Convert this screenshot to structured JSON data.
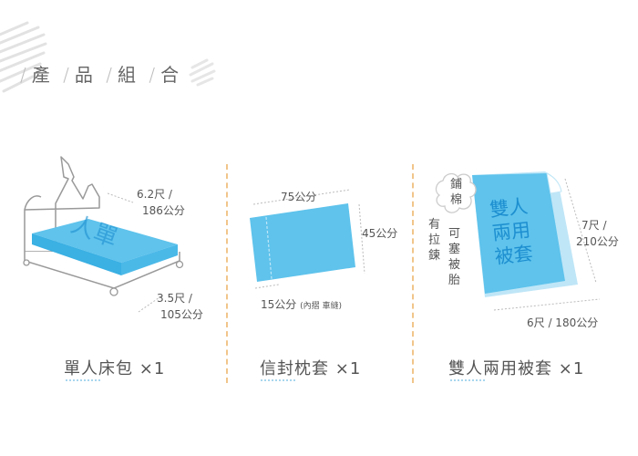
{
  "header": {
    "slashes": [
      "/",
      "/",
      "/",
      "/"
    ],
    "chars": [
      "產",
      "品",
      "組",
      "合"
    ]
  },
  "products": [
    {
      "caption_main": "單人",
      "caption_em": "床包",
      "caption_x": "×1",
      "bed_label": "單人",
      "dims": {
        "a": {
          "line1": "6.2尺 /",
          "line2": "186公分"
        },
        "b": {
          "line1": "3.5尺 /",
          "line2": "105公分"
        }
      }
    },
    {
      "caption_main": "信封",
      "caption_em": "枕套",
      "caption_x": "×1",
      "dims": {
        "width": "75公分",
        "height": "45公分",
        "flap": "15公分",
        "flap_note": "(內摺 車縫)"
      }
    },
    {
      "caption_main": "雙人",
      "caption_em": "兩用被套",
      "caption_x": "×1",
      "quilt_label": [
        "雙人",
        "兩用",
        "被套"
      ],
      "cloud": {
        "line1": "鋪",
        "line2": "棉"
      },
      "side_left": [
        "有",
        "拉",
        "鍊"
      ],
      "side_right": [
        "可",
        "塞",
        "被",
        "胎"
      ],
      "dims": {
        "h": {
          "line1": "7尺 /",
          "line2": "210公分"
        },
        "w": "6尺 / 180公分"
      }
    }
  ],
  "colors": {
    "blue": "#5fc3ec",
    "light_blue": "#bfe6f7",
    "dash": "#f1c58a",
    "underline": "#a8d6ee"
  }
}
